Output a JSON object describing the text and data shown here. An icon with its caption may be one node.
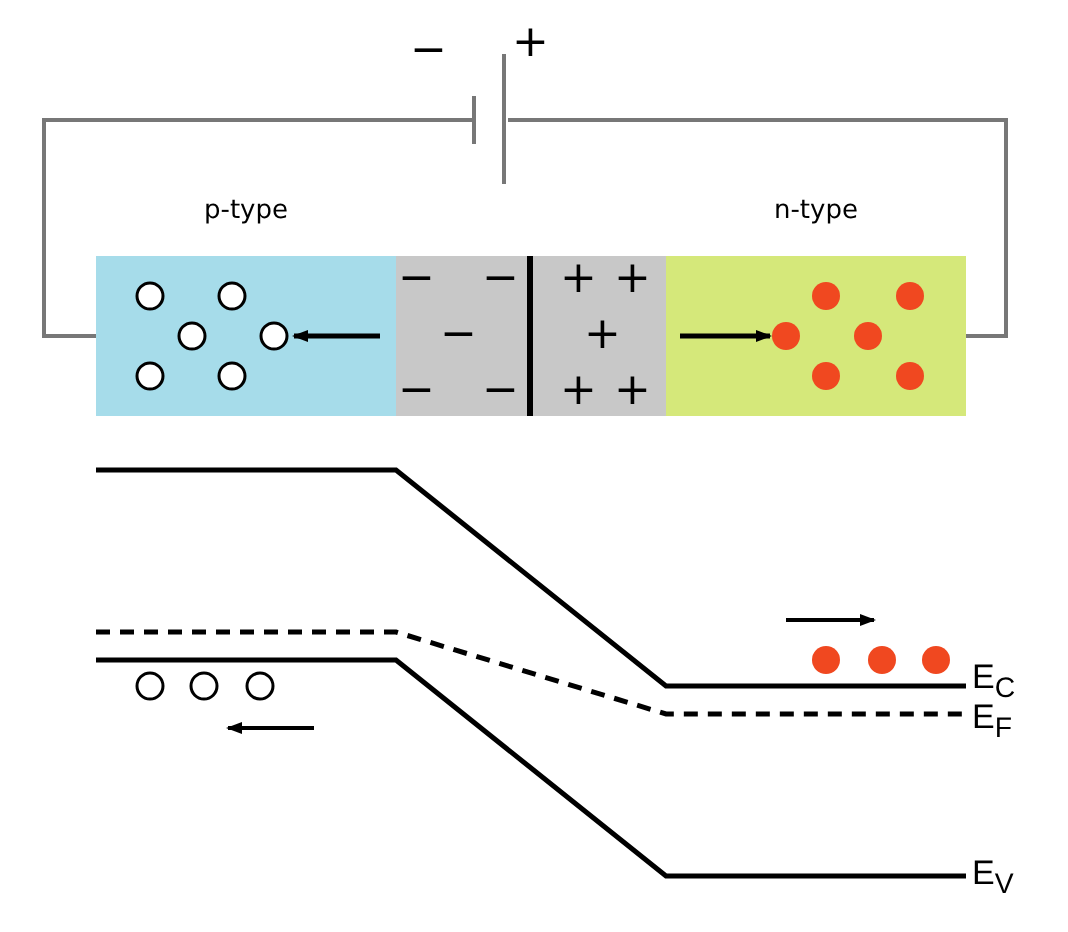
{
  "diagram": {
    "nodes": [
      {
        "text": [
          "p-type"
        ]
      },
      {
        "text": [
          "n-type"
        ]
      },
      {
        "text": [],
        "shape": "battery",
        "beside": [
          "−",
          "+"
        ]
      }
    ],
    "edges": [
      {
        "from": 2,
        "to": 0,
        "arrow": "none"
      },
      {
        "from": 2,
        "to": 1,
        "arrow": "none"
      }
    ],
    "labels": [
      "−",
      "−",
      "+",
      "+",
      "−",
      "+",
      "−",
      "−",
      "+",
      "+",
      "E$_{C}$",
      "E$_{F}$",
      "E$_{V}$"
    ]
  }
}
